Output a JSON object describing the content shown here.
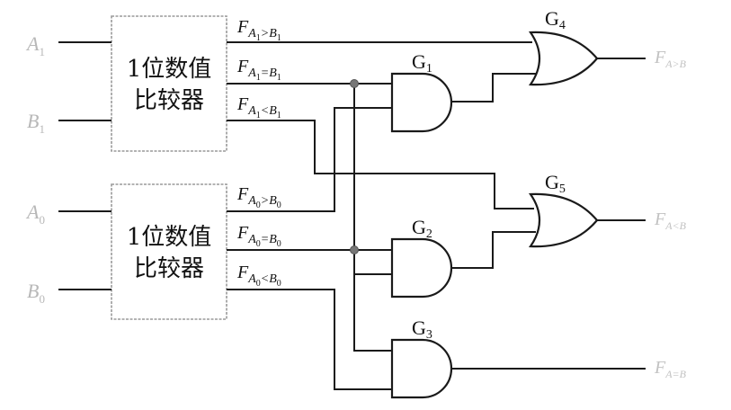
{
  "comparators": [
    {
      "line1": "1位数值",
      "line2": "比较器"
    },
    {
      "line1": "1位数值",
      "line2": "比较器"
    }
  ],
  "inputs": [
    {
      "base": "A",
      "sub": "1"
    },
    {
      "base": "B",
      "sub": "1"
    },
    {
      "base": "A",
      "sub": "0"
    },
    {
      "base": "B",
      "sub": "0"
    }
  ],
  "signals": [
    {
      "f": "F",
      "a": "A",
      "ai": "1",
      "op": ">",
      "b": "B",
      "bi": "1"
    },
    {
      "f": "F",
      "a": "A",
      "ai": "1",
      "op": "=",
      "b": "B",
      "bi": "1"
    },
    {
      "f": "F",
      "a": "A",
      "ai": "1",
      "op": "<",
      "b": "B",
      "bi": "1"
    },
    {
      "f": "F",
      "a": "A",
      "ai": "0",
      "op": ">",
      "b": "B",
      "bi": "0"
    },
    {
      "f": "F",
      "a": "A",
      "ai": "0",
      "op": "=",
      "b": "B",
      "bi": "0"
    },
    {
      "f": "F",
      "a": "A",
      "ai": "0",
      "op": "<",
      "b": "B",
      "bi": "0"
    }
  ],
  "gates": [
    {
      "base": "G",
      "sub": "1"
    },
    {
      "base": "G",
      "sub": "2"
    },
    {
      "base": "G",
      "sub": "3"
    },
    {
      "base": "G",
      "sub": "4"
    },
    {
      "base": "G",
      "sub": "5"
    }
  ],
  "outputs": [
    {
      "base": "F",
      "sub": "A>B"
    },
    {
      "base": "F",
      "sub": "A<B"
    },
    {
      "base": "F",
      "sub": "A=B"
    }
  ]
}
